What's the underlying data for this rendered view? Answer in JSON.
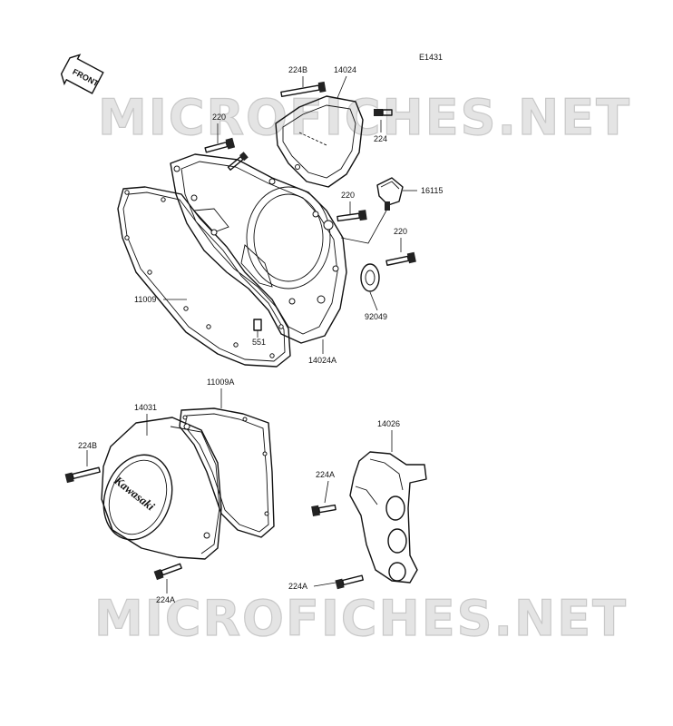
{
  "diagram": {
    "ref_code": "E1431",
    "front_marker": "FRONT",
    "watermark": "MICROFICHES.NET",
    "brand_on_cover": "Kawasaki",
    "labels": {
      "p224B_top": "224B",
      "p14024": "14024",
      "p220_a": "220",
      "p224": "224",
      "p220_b": "220",
      "p16115": "16115",
      "p220_c": "220",
      "p11009": "11009",
      "p92049": "92049",
      "p551": "551",
      "p14024A": "14024A",
      "p11009A": "11009A",
      "p14031": "14031",
      "p224B_bottom": "224B",
      "p14026": "14026",
      "p224A_mid": "224A",
      "p224A_left": "224A",
      "p224A_right": "224A"
    }
  }
}
